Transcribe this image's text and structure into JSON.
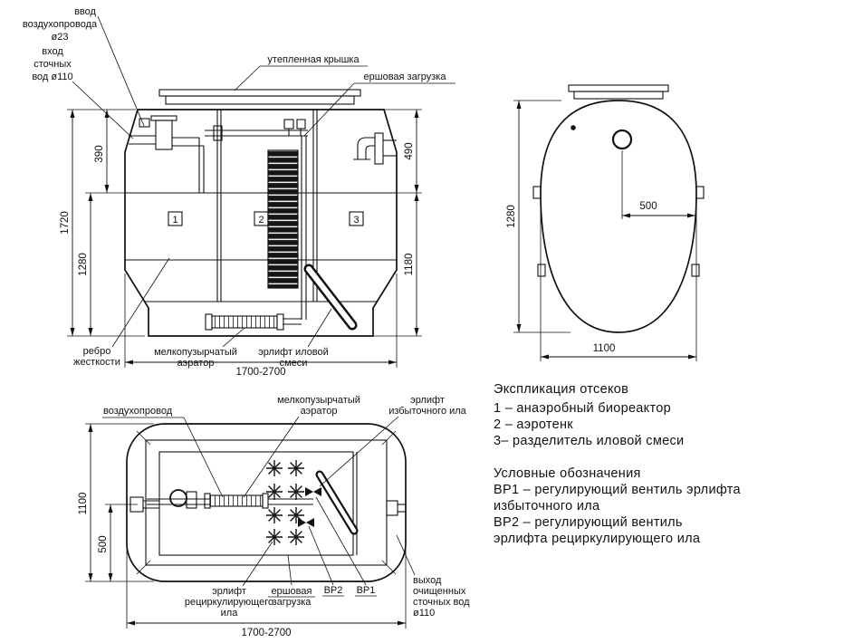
{
  "front_view": {
    "compartment_numbers": [
      "1",
      "2",
      "3"
    ],
    "dimensions": {
      "d390": "390",
      "d1280": "1280",
      "d1720": "1720",
      "d490": "490",
      "d1180": "1180",
      "length": "1700-2700"
    },
    "labels": {
      "air_inlet": {
        "lines": [
          "ввод",
          "воздухопровода",
          "ø23"
        ]
      },
      "sewage_inlet": {
        "lines": [
          "вход",
          "сточных",
          "вод ø110"
        ]
      },
      "insulated_lid": "утепленная крышка",
      "brush_media": "ершовая загрузка",
      "stiffening_rib": {
        "lines": [
          "ребро",
          "жесткости"
        ]
      },
      "aerator": {
        "lines": [
          "мелкопузырчатый",
          "аэратор"
        ]
      },
      "sludge_airlift": {
        "lines": [
          "эрлифт иловой",
          "смеси"
        ]
      }
    }
  },
  "top_view": {
    "dimensions": {
      "d1280": "1280",
      "d500": "500",
      "d1100": "1100"
    }
  },
  "plan_view": {
    "dimensions": {
      "d1100": "1100",
      "d500": "500",
      "length": "1700-2700"
    },
    "labels": {
      "air_duct": "воздухопровод",
      "aerator": {
        "lines": [
          "мелкопузырчатый",
          "аэратор"
        ]
      },
      "excess_airlift": {
        "lines": [
          "эрлифт",
          "избыточного ила"
        ]
      },
      "recirc_airlift": {
        "lines": [
          "эрлифт",
          "рециркулирующего",
          "ила"
        ]
      },
      "brush_media": {
        "lines": [
          "ершовая",
          "загрузка"
        ]
      },
      "valve_bp2": "ВР2",
      "valve_bp1": "ВР1",
      "outlet": {
        "lines": [
          "выход",
          "очищенных",
          "сточных вод",
          "ø110"
        ]
      }
    }
  },
  "legend": {
    "sections_title": "Экспликация отсеков",
    "sections": [
      "1 – анаэробный биореактор",
      "2 – аэротенк",
      "3– разделитель иловой смеси"
    ],
    "symbols_title": "Условные обозначения",
    "symbols": [
      "ВР1 – регулирующий вентиль эрлифта",
      "избыточного ила",
      "ВР2 – регулирующий вентиль",
      "эрлифта рециркулирующего ила"
    ]
  }
}
